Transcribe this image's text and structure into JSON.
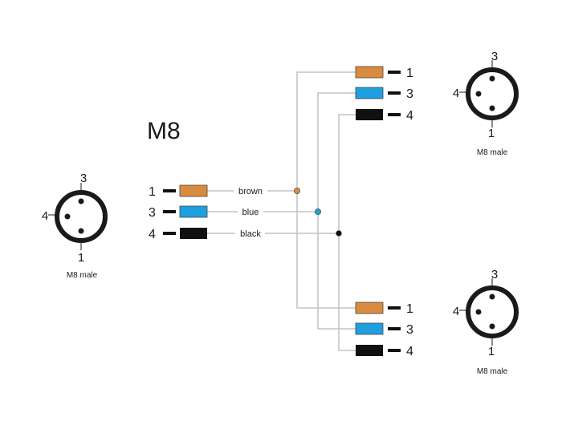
{
  "title": "M8",
  "colors": {
    "brown": "#d98c3f",
    "blue": "#1ea0e0",
    "black": "#111111",
    "wire": "#c4c4c4"
  },
  "wires": [
    {
      "pin": "1",
      "label": "brown",
      "color_key": "brown"
    },
    {
      "pin": "3",
      "label": "blue",
      "color_key": "blue"
    },
    {
      "pin": "4",
      "label": "black",
      "color_key": "black"
    }
  ],
  "connectors": {
    "left": {
      "label": "M8 male",
      "pin_top": "3",
      "pin_left": "4",
      "pin_bottom": "1"
    },
    "right_top": {
      "label": "M8 male",
      "pin_top": "3",
      "pin_left": "4",
      "pin_bottom": "1"
    },
    "right_bottom": {
      "label": "M8 male",
      "pin_top": "3",
      "pin_left": "4",
      "pin_bottom": "1"
    }
  },
  "branches": {
    "top": {
      "pins": [
        "1",
        "3",
        "4"
      ]
    },
    "bottom": {
      "pins": [
        "1",
        "3",
        "4"
      ]
    }
  }
}
